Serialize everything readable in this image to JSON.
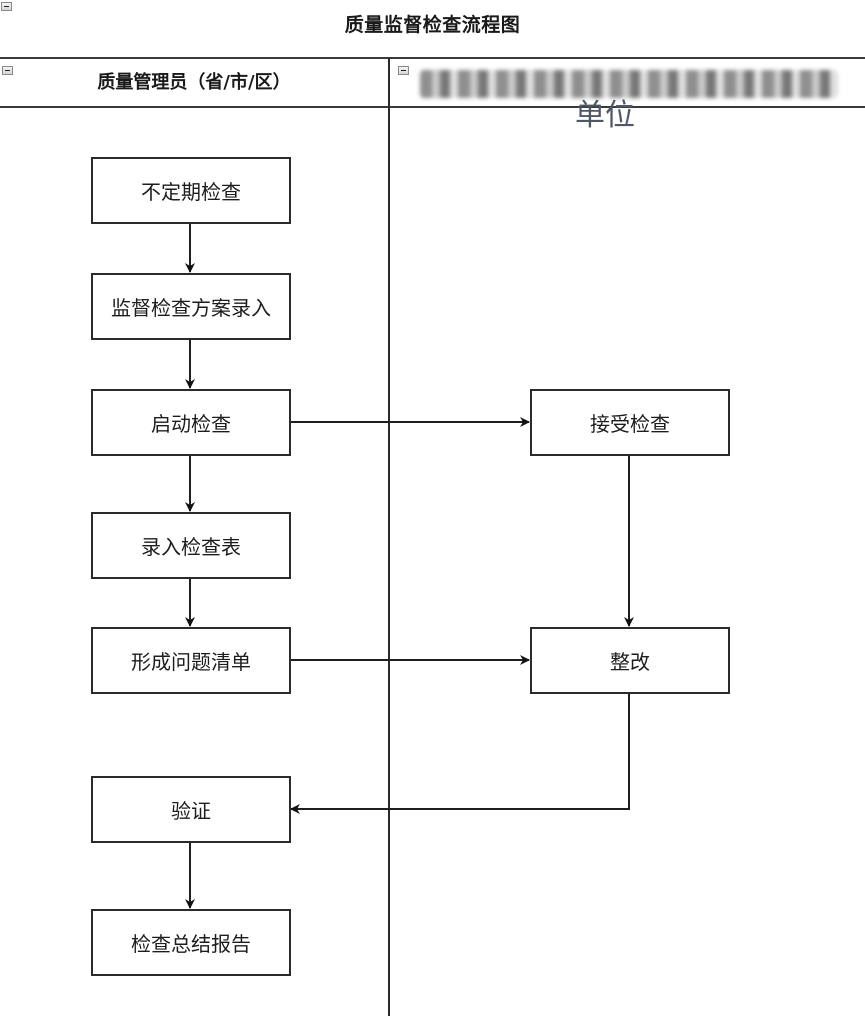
{
  "diagram": {
    "title": "质量监督检查流程图",
    "lanes": [
      {
        "id": "left",
        "header": "质量管理员（省/市/区）"
      },
      {
        "id": "right",
        "header_redacted": true,
        "header_visible_suffix": "单位"
      }
    ],
    "nodes": [
      {
        "id": "n1",
        "lane": "left",
        "label": "不定期检查"
      },
      {
        "id": "n2",
        "lane": "left",
        "label": "监督检查方案录入"
      },
      {
        "id": "n3",
        "lane": "left",
        "label": "启动检查"
      },
      {
        "id": "n4",
        "lane": "left",
        "label": "录入检查表"
      },
      {
        "id": "n5",
        "lane": "left",
        "label": "形成问题清单"
      },
      {
        "id": "n6",
        "lane": "left",
        "label": "验证"
      },
      {
        "id": "n7",
        "lane": "left",
        "label": "检查总结报告"
      },
      {
        "id": "r1",
        "lane": "right",
        "label": "接受检查"
      },
      {
        "id": "r2",
        "lane": "right",
        "label": "整改"
      }
    ],
    "edges": [
      {
        "from": "n1",
        "to": "n2"
      },
      {
        "from": "n2",
        "to": "n3"
      },
      {
        "from": "n3",
        "to": "n4"
      },
      {
        "from": "n4",
        "to": "n5"
      },
      {
        "from": "n6",
        "to": "n7"
      },
      {
        "from": "n3",
        "to": "r1"
      },
      {
        "from": "r1",
        "to": "r2"
      },
      {
        "from": "n5",
        "to": "r2"
      },
      {
        "from": "r2",
        "to": "n6"
      }
    ]
  }
}
